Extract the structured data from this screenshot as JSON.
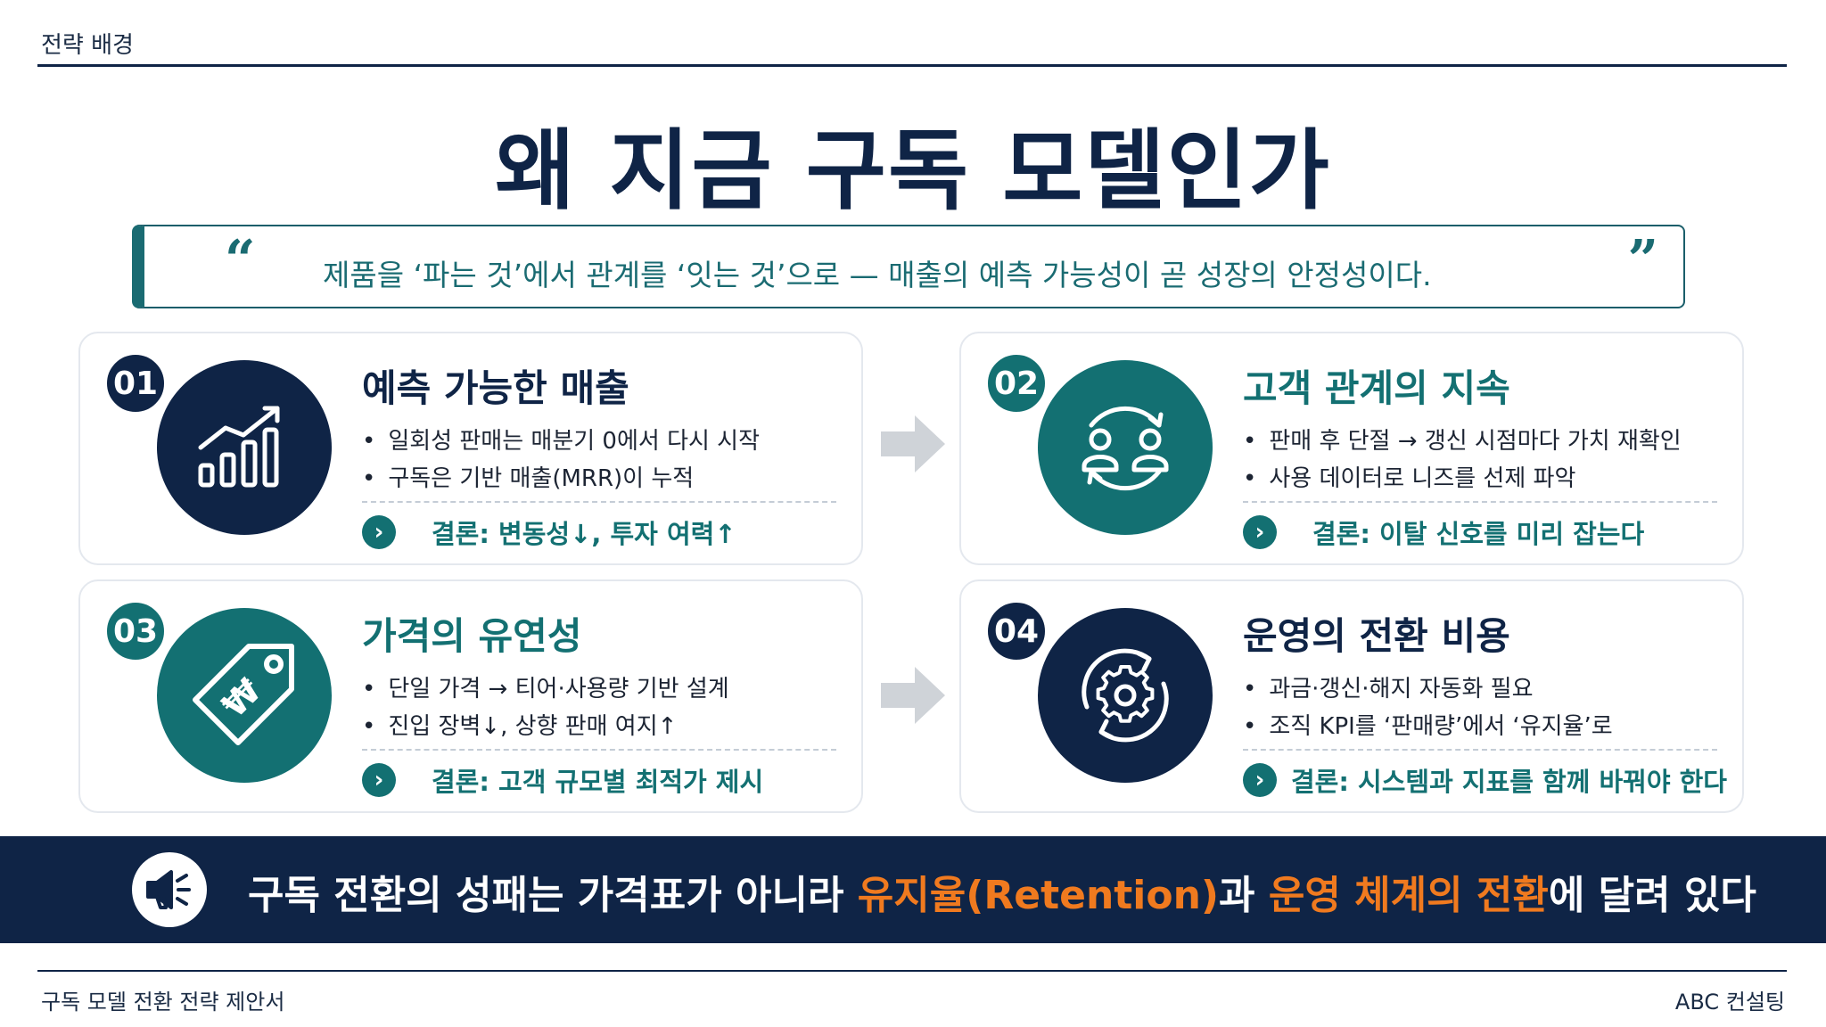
{
  "header": {
    "section_label": "전략 배경"
  },
  "title": "왜 지금 구독 모델인가",
  "quote": {
    "open_mark": "“",
    "text": "제품을 ‘파는 것’에서 관계를 ‘잇는 것’으로 — 매출의 예측 가능성이 곧 성장의 안정성이다.",
    "close_mark": "”"
  },
  "cards": [
    {
      "number": "01",
      "title": "예측 가능한 매출",
      "icon": "growth-chart-icon",
      "bullets": [
        "일회성 판매는 매분기 0에서 다시 시작",
        "구독은 기반 매출(MRR)이 누적"
      ],
      "conclusion": "결론: 변동성↓, 투자 여력↑"
    },
    {
      "number": "02",
      "title": "고객 관계의 지속",
      "icon": "customer-cycle-icon",
      "bullets": [
        "판매 후 단절 → 갱신 시점마다 가치 재확인",
        "사용 데이터로 니즈를 선제 파악"
      ],
      "conclusion": "결론: 이탈 신호를 미리 잡는다"
    },
    {
      "number": "03",
      "title": "가격의 유연성",
      "icon": "price-tag-icon",
      "icon_glyph": "₩",
      "bullets": [
        "단일 가격 → 티어·사용량 기반 설계",
        "진입 장벽↓, 상향 판매 여지↑"
      ],
      "conclusion": "결론: 고객 규모별 최적가 제시"
    },
    {
      "number": "04",
      "title": "운영의 전환 비용",
      "icon": "gear-cycle-icon",
      "bullets": [
        "과금·갱신·해지 자동화 필요",
        "조직 KPI를 ‘판매량’에서 ‘유지율’로"
      ],
      "conclusion": "결론: 시스템과 지표를 함께 바꿔야 한다"
    }
  ],
  "banner": {
    "icon": "megaphone-icon",
    "text_part1": "구독 전환의 성패는 가격표가 아니라 ",
    "highlight1": "유지율(Retention)",
    "text_part2": "과 ",
    "highlight2": "운영 체계의 전환",
    "text_part3": "에 달려 있다"
  },
  "footer": {
    "left": "구독 모델 전환 전략 제안서",
    "right": "ABC 컨설팅"
  },
  "colors": {
    "navy": "#0f2446",
    "teal": "#137072",
    "accent_orange": "#f07a1f",
    "arrow_gray": "#cfd3d8"
  }
}
